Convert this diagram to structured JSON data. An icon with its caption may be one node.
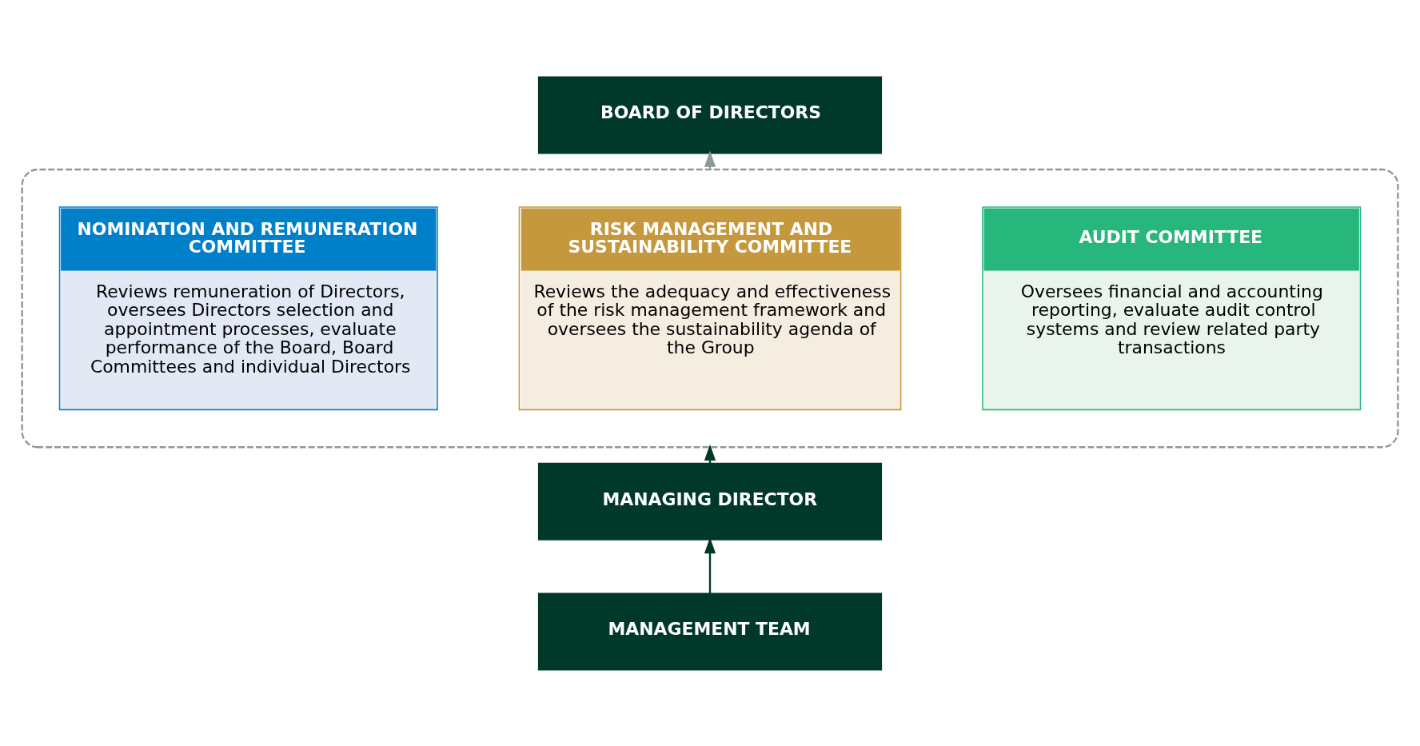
{
  "diagram": {
    "nodes": [
      {
        "text": [
          "BOARD OF DIRECTORS"
        ]
      },
      {
        "text": [],
        "shape": "box"
      },
      {
        "text": [
          "AUDIT COMMITTEE",
          "Oversees financial and accounting reporting, evaluate audit control systems and review related party transactions"
        ],
        "in": 1
      },
      {
        "text": [
          "RISK MANAGEMENT AND SUSTAINABILITY COMMITTEE",
          "Reviews the adequacy and effectiveness of the risk management framework and oversees the sustainability agenda of the Group"
        ],
        "in": 1
      },
      {
        "text": [
          "NOMINATION AND REMUNERATION COMMITTEE",
          "Reviews remuneration of Directors, oversees Directors selection and appointment processes, evaluate performance of the Board, Board Committees and individual Directors"
        ],
        "in": 1
      },
      {
        "text": [
          "MANAGING DIRECTOR"
        ]
      },
      {
        "text": [
          "MANAGEMENT TEAM"
        ]
      }
    ],
    "edges": [
      {
        "from": 1,
        "to": 0,
        "arrow": "to",
        "style": "dashed",
        "color": "#8a9a96"
      },
      {
        "from": 5,
        "to": 1,
        "arrow": "to"
      },
      {
        "from": 6,
        "to": 5,
        "arrow": "to"
      }
    ]
  }
}
